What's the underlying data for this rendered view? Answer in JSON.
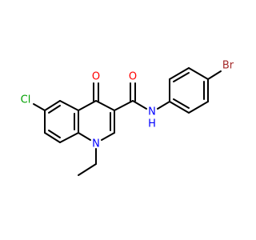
{
  "molecule": {
    "atom_labels": {
      "chlorine": "Cl",
      "ketone_oxygen": "O",
      "amide_oxygen": "O",
      "amide_nitrogen": "N",
      "amide_hydrogen": "H",
      "ring_nitrogen": "N",
      "bromine": "Br"
    },
    "colors": {
      "bond": "#000000",
      "carbon_text": "#000000",
      "oxygen": "#ff0000",
      "nitrogen": "#0000ff",
      "chlorine": "#00a000",
      "bromine": "#a52a2a"
    }
  }
}
